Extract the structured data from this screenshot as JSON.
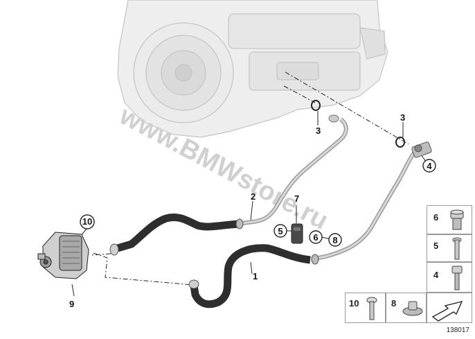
{
  "watermark": "www.BMWstore.ru",
  "callouts": {
    "c1": "1",
    "c2": "2",
    "c3a": "3",
    "c3b": "3",
    "c4": "4",
    "c5": "5",
    "c6": "6",
    "c7": "7",
    "c8": "8",
    "c9": "9",
    "c10": "10"
  },
  "legend": {
    "r6": "6",
    "r5": "5",
    "r4": "4",
    "r10": "10",
    "r8": "8"
  },
  "diagram_number": "138017"
}
